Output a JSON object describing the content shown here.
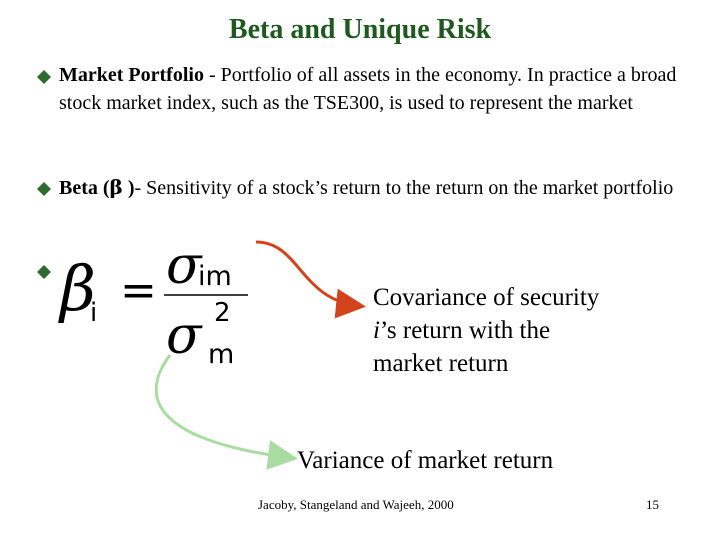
{
  "slide": {
    "title": "Beta and Unique Risk",
    "accent_color": "#1e5a1e",
    "bullet_color": "#2e6b2e"
  },
  "bullets": [
    {
      "term": "Market Portfolio",
      "text": " - Portfolio of all assets in the economy.  In practice a broad stock market index, such as the TSE300, is used to represent the market"
    },
    {
      "term_prefix": "Beta (",
      "term_symbol": "β",
      "term_suffix": " )",
      "text": "- Sensitivity of a stock’s return to the return on the market portfolio"
    }
  ],
  "formula": {
    "lhs": "β",
    "lhs_subscript": "i",
    "equals": "=",
    "numerator": "σ",
    "numerator_subscript": "im",
    "denominator": "σ",
    "denominator_superscript": "2",
    "denominator_subscript": "m"
  },
  "annotations": {
    "covariance_line1": "Covariance of security",
    "covariance_line2_italic": "i",
    "covariance_line2_rest": "’s return with the",
    "covariance_line3": "market return",
    "variance": "Variance of market return",
    "covariance_arrow_color": "#d4441c",
    "variance_arrow_color": "#a8dca0"
  },
  "footer": {
    "authors": "Jacoby, Stangeland and Wajeeh, 2000",
    "page_number": "15"
  }
}
